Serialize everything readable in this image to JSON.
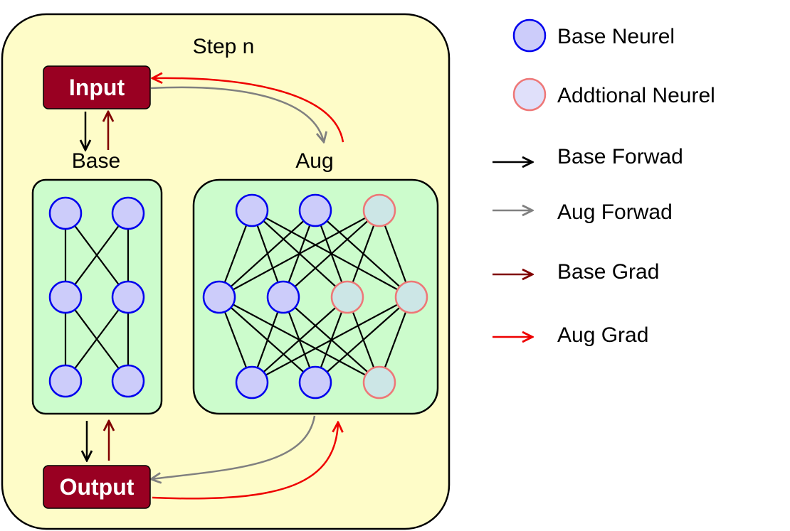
{
  "diagram": {
    "step_label": "Step n",
    "input_label": "Input",
    "output_label": "Output",
    "base_label": "Base",
    "aug_label": "Aug"
  },
  "legend": {
    "base_neuron": "Base Neurel",
    "additional_neuron": "Addtional Neurel",
    "base_forward": "Base Forwad",
    "aug_forward": "Aug Forwad",
    "base_grad": "Base Grad",
    "aug_grad": "Aug Grad"
  },
  "colors": {
    "outer_fill": "#fefcc8",
    "panel_fill": "#ccfccc",
    "io_box": "#990022",
    "base_neuron_fill": "#ccccfa",
    "base_neuron_stroke": "#0000ee",
    "add_neuron_fill": "#cce6e6",
    "add_neuron_stroke": "#ee7777",
    "base_forward": "#000000",
    "aug_forward": "#808080",
    "base_grad": "#800000",
    "aug_grad": "#ee0000"
  }
}
